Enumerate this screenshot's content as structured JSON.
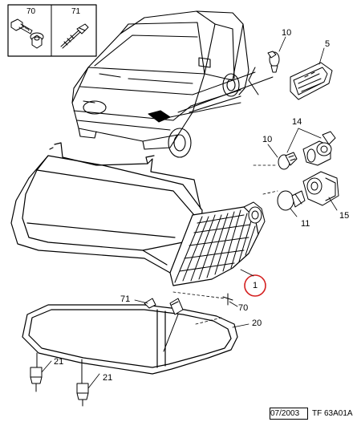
{
  "diagram": {
    "callouts": {
      "c70_header": "70",
      "c71_header": "71",
      "c10_top": "10",
      "c5": "5",
      "c14": "14",
      "c10_mid": "10",
      "c11": "11",
      "c15": "15",
      "c1": "1",
      "c71_lower": "71",
      "c70_lower": "70",
      "c20": "20",
      "c21_a": "21",
      "c21_b": "21"
    },
    "footer": {
      "date": "07/2003",
      "code": "TF 63A01A"
    },
    "highlight_color": "#d42020"
  }
}
